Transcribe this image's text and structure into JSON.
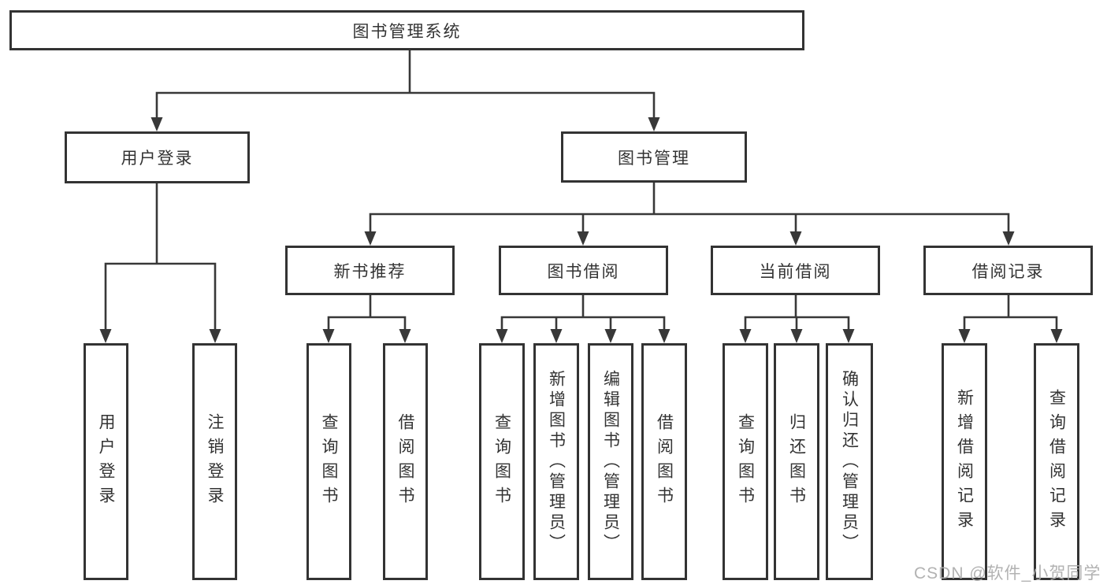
{
  "diagram": {
    "root": {
      "label": "图书管理系统"
    },
    "level2": [
      {
        "label": "用户登录"
      },
      {
        "label": "图书管理"
      }
    ],
    "level3": [
      {
        "label": "新书推荐"
      },
      {
        "label": "图书借阅"
      },
      {
        "label": "当前借阅"
      },
      {
        "label": "借阅记录"
      }
    ],
    "leaves": {
      "user_login": [
        {
          "label": "用户登录"
        },
        {
          "label": "注销登录"
        }
      ],
      "new_book": [
        {
          "label": "查询图书"
        },
        {
          "label": "借阅图书"
        }
      ],
      "borrow": [
        {
          "label": "查询图书"
        },
        {
          "label": "新增图书（管理员）"
        },
        {
          "label": "编辑图书（管理员）"
        },
        {
          "label": "借阅图书"
        }
      ],
      "current": [
        {
          "label": "查询图书"
        },
        {
          "label": "归还图书"
        },
        {
          "label": "确认归还（管理员）"
        }
      ],
      "records": [
        {
          "label": "新增借阅记录"
        },
        {
          "label": "查询借阅记录"
        }
      ]
    },
    "watermark": "CSDN @软件_小贺同学",
    "colors": {
      "line": "#383838",
      "box_border": "#333333",
      "box_fill": "#ffffff",
      "text": "#333333",
      "watermark": "#ababab",
      "background": "#ffffff"
    }
  }
}
